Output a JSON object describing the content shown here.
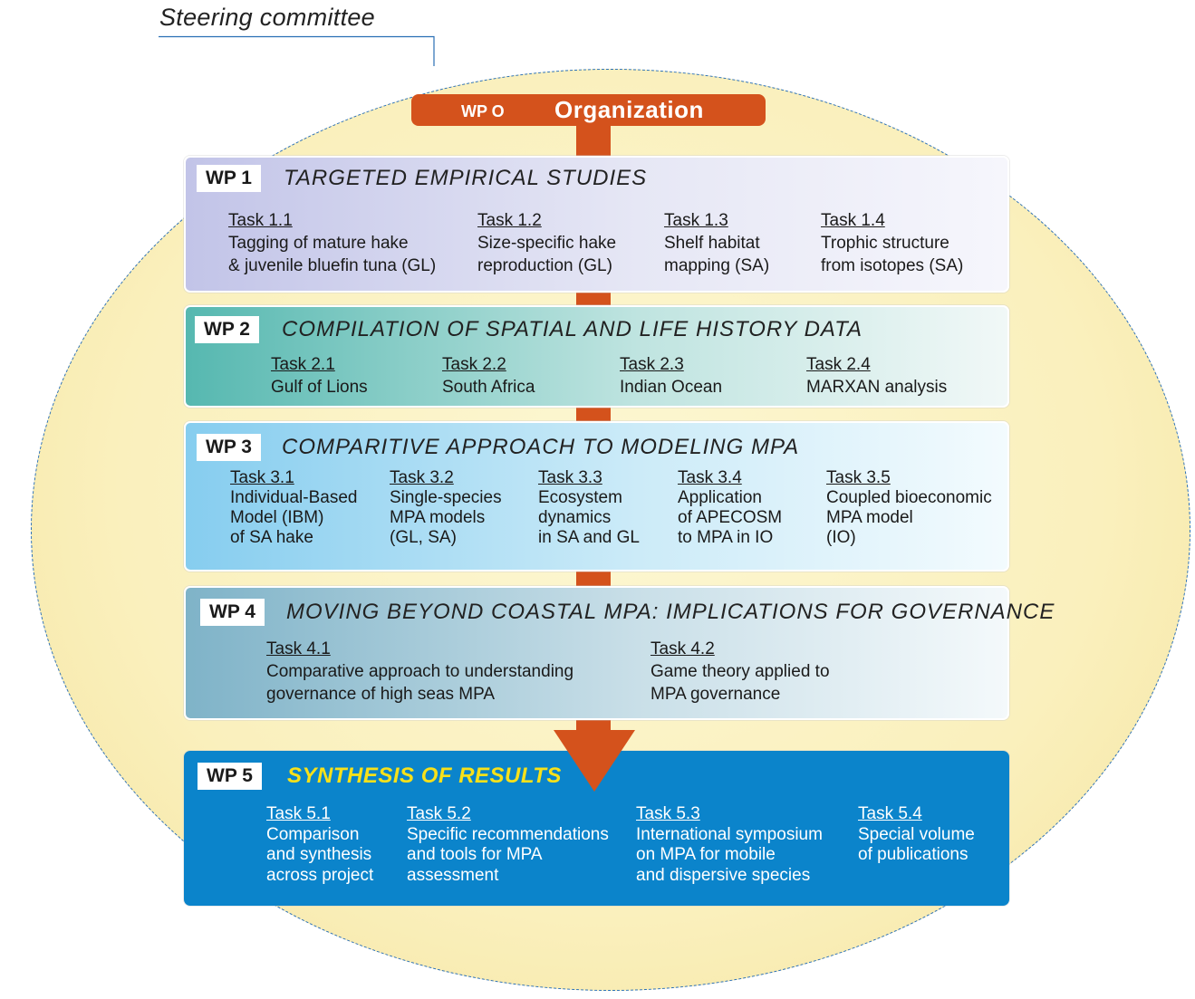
{
  "steering_committee": "Steering committee",
  "wp0": {
    "label": "WP O",
    "title": "Organization"
  },
  "colors": {
    "accent": "#d4521c",
    "wp5_bg": "#0b84cb",
    "wp5_title": "#f7e11a",
    "ellipse_fill": "#faf0bd",
    "ellipse_border": "#2a6fb5"
  },
  "wp1": {
    "label": "WP 1",
    "title": "TARGETED EMPIRICAL STUDIES",
    "tasks": [
      {
        "label": "Task 1.1",
        "desc": "Tagging of mature hake\n& juvenile bluefin tuna (GL)"
      },
      {
        "label": "Task 1.2",
        "desc": "Size-specific hake\nreproduction (GL)"
      },
      {
        "label": "Task 1.3",
        "desc": "Shelf habitat\nmapping (SA)"
      },
      {
        "label": "Task 1.4",
        "desc": "Trophic structure\nfrom isotopes (SA)"
      }
    ]
  },
  "wp2": {
    "label": "WP 2",
    "title": "COMPILATION OF SPATIAL AND LIFE HISTORY DATA",
    "tasks": [
      {
        "label": "Task 2.1",
        "desc": "Gulf of Lions"
      },
      {
        "label": "Task 2.2",
        "desc": "South Africa"
      },
      {
        "label": "Task 2.3",
        "desc": "Indian Ocean"
      },
      {
        "label": "Task 2.4",
        "desc": "MARXAN analysis"
      }
    ]
  },
  "wp3": {
    "label": "WP 3",
    "title": "COMPARITIVE APPROACH TO MODELING MPA",
    "tasks": [
      {
        "label": "Task 3.1",
        "desc": "Individual-Based\nModel (IBM)\nof SA hake"
      },
      {
        "label": "Task 3.2",
        "desc": "Single-species\nMPA models\n(GL, SA)"
      },
      {
        "label": "Task 3.3",
        "desc": "Ecosystem\ndynamics\nin SA and GL"
      },
      {
        "label": "Task 3.4",
        "desc": "Application\nof APECOSM\nto MPA in IO"
      },
      {
        "label": "Task 3.5",
        "desc": "Coupled bioeconomic\nMPA model\n(IO)"
      }
    ]
  },
  "wp4": {
    "label": "WP 4",
    "title": "MOVING BEYOND COASTAL MPA: IMPLICATIONS FOR GOVERNANCE",
    "tasks": [
      {
        "label": "Task 4.1",
        "desc": "Comparative approach to understanding\ngovernance of high seas MPA"
      },
      {
        "label": "Task 4.2",
        "desc": "Game theory applied to\nMPA governance"
      }
    ]
  },
  "wp5": {
    "label": "WP 5",
    "title": "SYNTHESIS OF RESULTS",
    "tasks": [
      {
        "label": "Task 5.1",
        "desc": "Comparison\nand synthesis\nacross project"
      },
      {
        "label": "Task 5.2",
        "desc": "Specific recommendations\nand tools for MPA\nassessment"
      },
      {
        "label": "Task 5.3",
        "desc": "International symposium\non MPA for mobile\nand dispersive species"
      },
      {
        "label": "Task 5.4",
        "desc": "Special volume\nof publications"
      }
    ]
  }
}
